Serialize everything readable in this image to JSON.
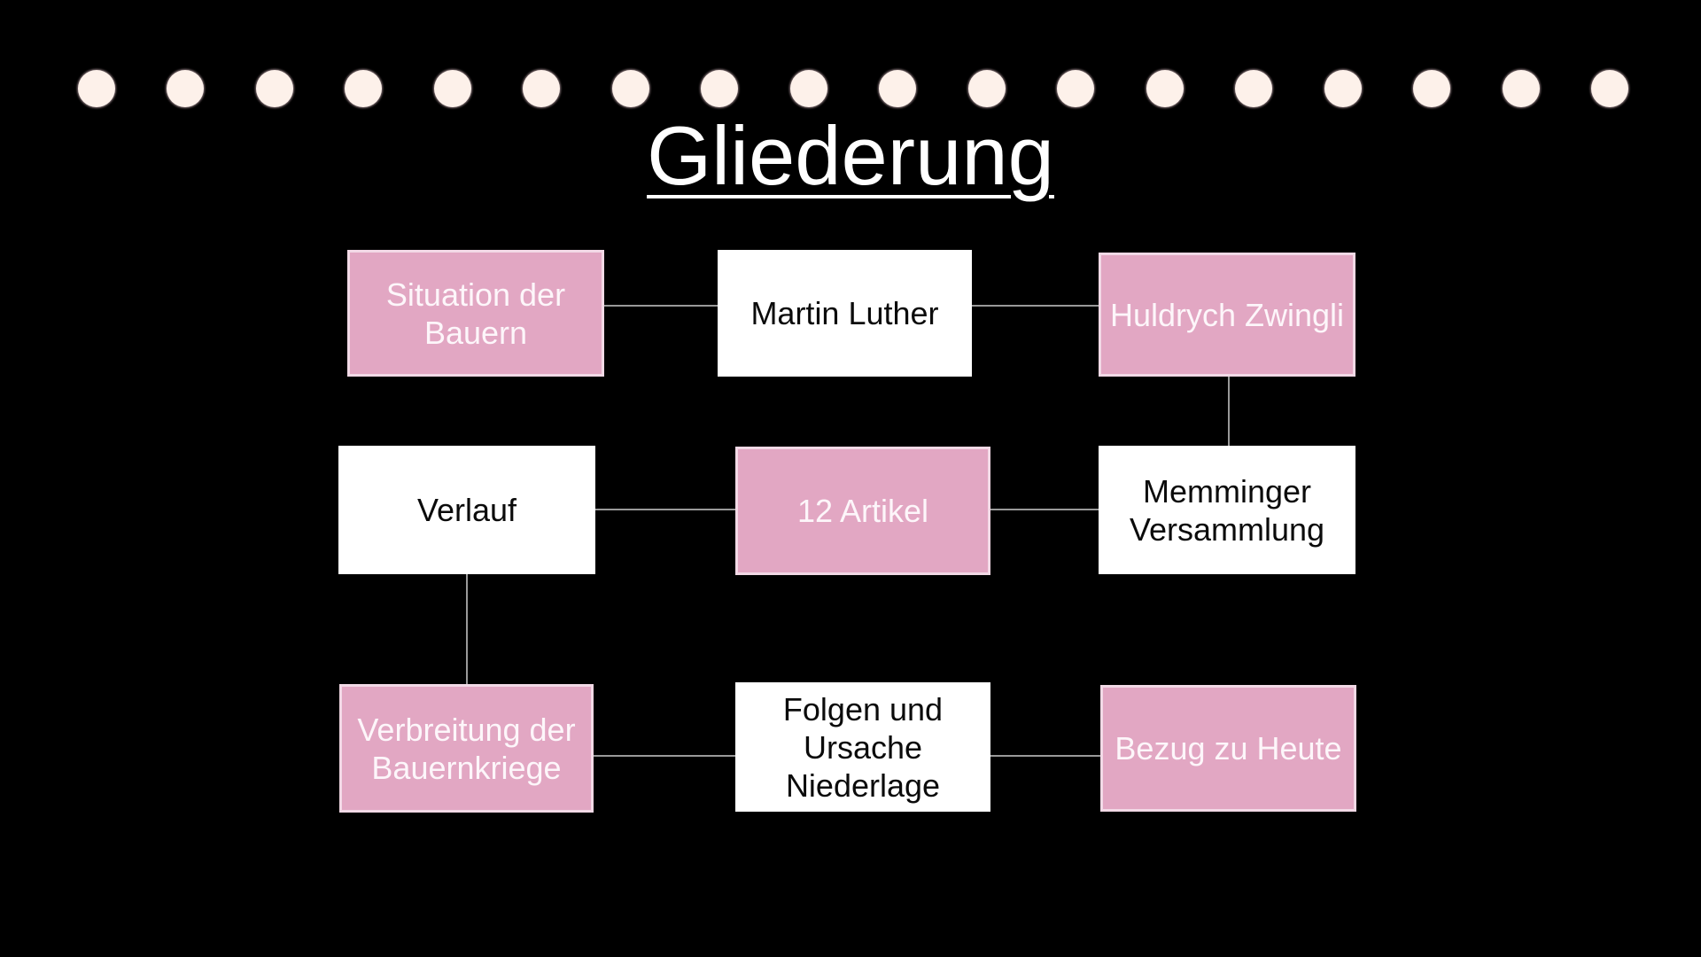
{
  "slide": {
    "title": "Gliederung",
    "background_color": "#000000",
    "title_color": "#ffffff",
    "decor": {
      "dot_icon": "circle-dot",
      "dot_count": 18,
      "dot_color": "#fdf1ea"
    },
    "colors": {
      "pink_fill": "#e2a7c3",
      "pink_border": "#f2d9e6",
      "white_fill": "#ffffff",
      "text_on_pink": "#ffffff",
      "text_on_white": "#000000",
      "connector": "#999999"
    },
    "diagram": {
      "boxes": [
        {
          "id": "situation-der-bauern",
          "label": "Situation der Bauern",
          "variant": "pink",
          "row": 1,
          "col": 1
        },
        {
          "id": "martin-luther",
          "label": "Martin Luther",
          "variant": "white",
          "row": 1,
          "col": 2
        },
        {
          "id": "huldrych-zwingli",
          "label": "Huldrych Zwingli",
          "variant": "pink",
          "row": 1,
          "col": 3
        },
        {
          "id": "verlauf",
          "label": "Verlauf",
          "variant": "white",
          "row": 2,
          "col": 1
        },
        {
          "id": "12-artikel",
          "label": "12 Artikel",
          "variant": "pink",
          "row": 2,
          "col": 2
        },
        {
          "id": "memminger-versammlung",
          "label": "Memminger Versammlung",
          "variant": "white",
          "row": 2,
          "col": 3
        },
        {
          "id": "verbreitung-der-bauernkriege",
          "label": "Verbreitung der Bauernkriege",
          "variant": "pink",
          "row": 3,
          "col": 1
        },
        {
          "id": "folgen-und-ursache-niederlage",
          "label": "Folgen und Ursache Niederlage",
          "variant": "white",
          "row": 3,
          "col": 2
        },
        {
          "id": "bezug-zu-heute",
          "label": "Bezug zu Heute",
          "variant": "pink",
          "row": 3,
          "col": 3
        }
      ],
      "connections": [
        {
          "from": "situation-der-bauern",
          "to": "martin-luther",
          "direction": "horizontal"
        },
        {
          "from": "martin-luther",
          "to": "huldrych-zwingli",
          "direction": "horizontal"
        },
        {
          "from": "huldrych-zwingli",
          "to": "memminger-versammlung",
          "direction": "vertical"
        },
        {
          "from": "verlauf",
          "to": "12-artikel",
          "direction": "horizontal"
        },
        {
          "from": "12-artikel",
          "to": "memminger-versammlung",
          "direction": "horizontal"
        },
        {
          "from": "verlauf",
          "to": "verbreitung-der-bauernkriege",
          "direction": "vertical"
        },
        {
          "from": "verbreitung-der-bauernkriege",
          "to": "folgen-und-ursache-niederlage",
          "direction": "horizontal"
        },
        {
          "from": "folgen-und-ursache-niederlage",
          "to": "bezug-zu-heute",
          "direction": "horizontal"
        }
      ]
    }
  }
}
